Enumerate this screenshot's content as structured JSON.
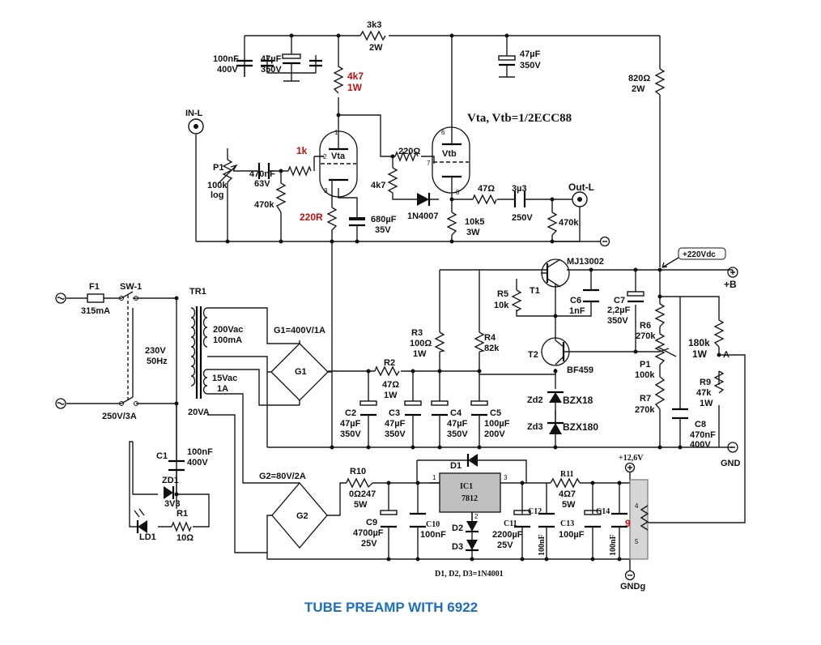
{
  "title": "TUBE PREAMP WITH 6922",
  "tube_note": "Vta, Vtb=1/2ECC88",
  "colors": {
    "title": "#1b6ec2",
    "highlight": "#c01010",
    "wire": "#1a1a1a",
    "ic": "#bfbfbf"
  },
  "tube_a": {
    "name": "Vta",
    "pin1": "1",
    "pin2": "2",
    "pin3": "3"
  },
  "tube_b": {
    "name": "Vtb",
    "pin6": "6",
    "pin7": "7",
    "pin8": "8"
  },
  "labels": {
    "r_3k3": "3k3",
    "r_3k3_w": "2W",
    "c_100n": "100nF",
    "c_100n_v": "400V",
    "c_47u_a": "47µF",
    "c_47u_a_v": "350V",
    "c_47u_b": "47µF",
    "c_47u_b_v": "350V",
    "r_820": "820Ω",
    "r_820_w": "2W",
    "r_4k7_hi": "4k7",
    "r_4k7_hi_w": "1W",
    "in_l": "IN-L",
    "p1": "P1",
    "p1_val": "100k",
    "p1_type": "log",
    "c_470n": "470nF",
    "c_470n_v": "63V",
    "r_1k": "1k",
    "r_470k_in": "470k",
    "r_220_a": "220Ω",
    "r_4k7_lo": "4k7",
    "r_220r": "220R",
    "c_680u": "680µF",
    "c_680u_v": "35V",
    "d_1n4007": "1N4007",
    "r_10k5": "10k5",
    "r_10k5_w": "3W",
    "r_47": "47Ω",
    "c_3u3": "3µ3",
    "c_3u3_v": "250V",
    "r_470k_out": "470k",
    "out_l": "Out-L",
    "rail_220": "+220Vdc",
    "plus_b": "+B",
    "t1_part": "MJ13002",
    "t1": "T1",
    "r5": "R5",
    "r5_val": "10k",
    "c6": "C6",
    "c6_val": "1nF",
    "c7": "C7",
    "c7_val": "2,2µF",
    "c7_v": "350V",
    "r6": "R6",
    "r6_val": "270k",
    "r_180k": "180k",
    "r_180k_w": "1W",
    "node_a": "A",
    "p1b": "P1",
    "p1b_val": "100k",
    "r7": "R7",
    "r7_val": "270k",
    "r9": "R9",
    "r9_val": "47k",
    "r9_w": "1W",
    "c8": "C8",
    "c8_val": "470nF",
    "c8_v": "400V",
    "gnd": "GND",
    "t2": "T2",
    "t2_part": "BF459",
    "zd2": "Zd2",
    "zd2_part": "BZX18",
    "zd3": "Zd3",
    "zd3_part": "BZX180",
    "r3": "R3",
    "r3_val": "100Ω",
    "r3_w": "1W",
    "r4": "R4",
    "r4_val": "82k",
    "r2": "R2",
    "r2_val": "47Ω",
    "r2_w": "1W",
    "c2": "C2",
    "c2_val": "47µF",
    "c2_v": "350V",
    "c3": "C3",
    "c3_val": "47µF",
    "c3_v": "350V",
    "c4": "C4",
    "c4_val": "47µF",
    "c4_v": "350V",
    "c5": "C5",
    "c5_val": "100µF",
    "c5_v": "200V",
    "g1": "G1",
    "g1_rating": "G1=400V/1A",
    "tr1": "TR1",
    "sec1": "200Vac",
    "sec1_i": "100mA",
    "sec2": "15Vac",
    "sec2_i": "1A",
    "tr_va": "20VA",
    "mains": "230V",
    "mains_f": "50Hz",
    "f1": "F1",
    "f1_val": "315mA",
    "sw1": "SW-1",
    "sw1_val": "250V/3A",
    "c1": "C1",
    "c1_val": "100nF",
    "c1_v": "400V",
    "zd1": "ZD1",
    "zd1_val": "3V3",
    "r1": "R1",
    "r1_val": "10Ω",
    "ld1": "LD1",
    "g2": "G2",
    "g2_rating": "G2=80V/2A",
    "r10": "R10",
    "r10_val": "0Ω247",
    "r10_w": "5W",
    "c9": "C9",
    "c9_val": "4700µF",
    "c9_v": "25V",
    "c10": "C10",
    "c10_val": "100nF",
    "ic1": "IC1",
    "ic1_part": "7812",
    "ic_pin1": "1",
    "ic_pin2": "2",
    "ic_pin3": "3",
    "d1": "D1",
    "d2": "D2",
    "d3": "D3",
    "diodes_note": "D1, D2, D3=1N4001",
    "c11": "C11",
    "c11_val": "2200µF",
    "c11_v": "25V",
    "c12": "C12",
    "c12_val": "100nF",
    "r11": "R11",
    "r11_val": "4Ω7",
    "r11_w": "5W",
    "c13": "C13",
    "c13_val": "100µF",
    "c14": "C14",
    "c14_val": "100nF",
    "v12": "+12,6V",
    "heater_pin4": "4",
    "heater_pin9": "9",
    "heater_pin5": "5",
    "gndg": "GNDg"
  }
}
